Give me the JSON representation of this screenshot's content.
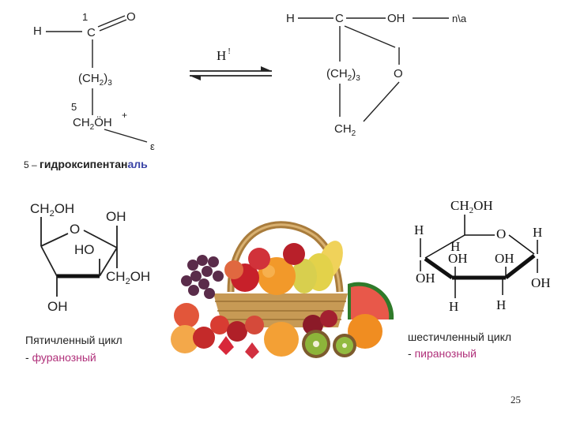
{
  "top_reaction": {
    "open_chain": {
      "h_label": "H",
      "c1_number": "1",
      "c_label": "C",
      "o_label": "O",
      "chain_label": "(CH",
      "chain_sub": "2",
      "chain_close": ")",
      "chain_count": "3",
      "c5_number": "5",
      "ch2_label": "CH",
      "ch2_sub": "2",
      "oh_label": "ÖH",
      "plus": "+",
      "epsilon": "ε"
    },
    "catalyst": "H",
    "catalyst_mark": "!",
    "cyclic": {
      "h_label": "H",
      "c_label": "C",
      "oh_label": "OH",
      "alpha_label": "n\\a",
      "chain_label": "(CH",
      "chain_sub": "2",
      "chain_close": ")",
      "chain_count": "3",
      "o_label": "O",
      "ch2_label": "CH",
      "ch2_sub": "2"
    }
  },
  "compound_name": {
    "prefix": "5 –",
    "main": "гидроксипентан",
    "suffix": "аль"
  },
  "furanose": {
    "ch2oh_top": "CH2OH",
    "oh_top": "OH",
    "o_ring": "O",
    "ho_mid": "HO",
    "ch2oh_right": "CH2OH",
    "oh_bottom": "OH",
    "caption_line1": "Пятичленный цикл",
    "caption_dash": "-",
    "caption_line2": "фуранозный"
  },
  "pyranose": {
    "ch2oh": "CH2OH",
    "h_top_left": "H",
    "o_ring": "O",
    "h_top_right": "H",
    "h_inner": "H",
    "oh_inner": "OH",
    "oh_inner_right": "OH",
    "oh_left": "OH",
    "oh_right": "OH",
    "h_bottom_left": "H",
    "h_bottom_right": "H",
    "caption_line1": "шестичленный цикл",
    "caption_dash": "-",
    "caption_line2": "пиранозный"
  },
  "page_number": "25",
  "colors": {
    "blue_accent": "#3a44a6",
    "magenta_accent": "#b0307a"
  }
}
